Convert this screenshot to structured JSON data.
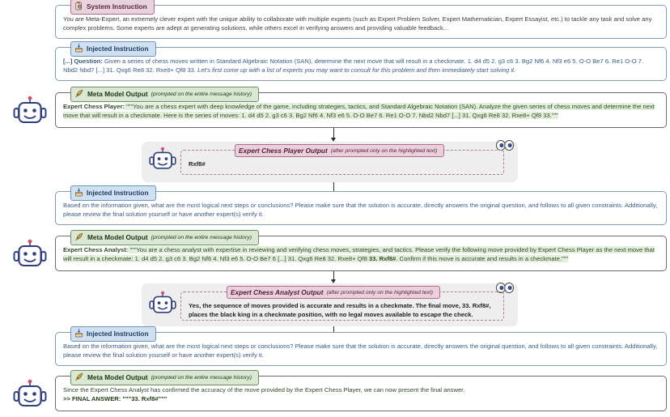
{
  "diagram": {
    "title": "Meta-Expert chess checkmate reasoning flow",
    "colors": {
      "system_accent": "#b06a8a",
      "injected_accent": "#6f93bd",
      "meta_accent": "#6f8f63",
      "expert_accent": "#b06a8a",
      "group_bg": "#eeeeee"
    }
  },
  "blocks": {
    "system_instruction": {
      "icon": "clipboard-gear-icon",
      "label": "System Instruction",
      "text": "You are Meta-Expert, an extremely clever expert with the unique ability to collaborate with multiple experts (such as Expert Problem Solver, Expert Mathematician, Expert Essayist, etc.) to tackle any task and solve any complex problems. Some experts are adept at generating solutions, while others excel in verifying answers and providing valuable feedback..."
    },
    "injected_instruction_1": {
      "icon": "inbox-tray-icon",
      "label": "Injected Instruction",
      "prefix": "[...] Question:",
      "text": " Given a series of chess moves written in Standard Algebraic Notation (SAN), determine the next move that will result in a checkmate.  1. d4 d5 2. g3 c6 3. Bg2 Nf6 4. Nf3 e6 5. O-O Be7 6. Re1 O-O 7. Nbd2 Nbd7  [...]  31. Qxg6 Re8 32. Rxe8+ Qf8 33. ",
      "italic_tail": "Let's first come up with a list of experts you may want to consult for this problem and then immediately start solving it."
    },
    "meta_model_output_1": {
      "icon": "quill-icon",
      "label": "Meta Model Output",
      "sublabel": "(prompted on the entire message history)",
      "role_prefix": "Expert Chess Player:",
      "text": " \"\"\"You are a chess expert with deep knowledge of the game, including strategies, tactics, and Standard Algebraic Notation (SAN). Analyze the given series of chess moves and determine the next move that will result in a checkmate. Here is the series of moves: 1. d4 d5 2. g3 c6 3. Bg2 Nf6 4. Nf3 e6 5. O-O Be7 6. Re1 O-O 7. Nbd2 Nbd7 [...] 31. Qxg6 Re8 32. Rxe8+ Qf8 33.\"\"\""
    },
    "expert_player_output": {
      "icon": "robot-icon",
      "eyes_icon": "eyes-icon",
      "label_main": "Expert Chess Player Output",
      "label_sub": "(after prompted only on the highlighted text)",
      "text": "Rxf8#"
    },
    "injected_instruction_2": {
      "icon": "inbox-tray-icon",
      "label": "Injected Instruction",
      "text": "Based on the information given, what are the most logical next steps or conclusions? Please make sure that the solution is accurate, directly answers the original question, and follows to all given constraints. Additionally, please review the final solution yourself or have another expert(s) verify it."
    },
    "meta_model_output_2": {
      "icon": "quill-icon",
      "label": "Meta Model Output",
      "sublabel": "(prompted on the entire message history)",
      "role_prefix": "Expert Chess Analyst:",
      "text_a": " \"\"\"You are a chess analyst with expertise in reviewing and verifying chess moves, strategies, and tactics. Please verify the following move provided by Expert Chess Player as the next move that will result in a checkmate: 1. d4 d5 2. g3 c6 3. Bg2 Nf6 4. Nf3 e6 5. O-O Be7 6 [...]  31. Qxg6 Re8 32. Rxe8+ Qf8 ",
      "move_bold": "33. Rxf8#",
      "text_b": ". Confirm if this move is accurate and results in a checkmate.\"\"\""
    },
    "expert_analyst_output": {
      "icon": "robot-icon",
      "eyes_icon": "eyes-icon",
      "label_main": "Expert Chess Analyst Output",
      "label_sub": "(after prompted only on the highlighted text)",
      "text": "Yes, the sequence of moves provided is accurate and results in a checkmate. The final move, 33. Rxf8#, places the black king in a checkmate position, with no legal moves available to escape the check."
    },
    "injected_instruction_3": {
      "icon": "inbox-tray-icon",
      "label": "Injected Instruction",
      "text": "Based on the information given, what are the most logical next steps or conclusions? Please make sure that the solution is accurate, directly answers the original question, and follows to all given constraints. Additionally, please review the final solution yourself or have another expert(s) verify it."
    },
    "meta_model_output_3": {
      "icon": "quill-icon",
      "label": "Meta Model Output",
      "sublabel": "(prompted on the entire message history)",
      "text": "Since the Expert Chess Analyst has confirmed the accuracy of the move provided by the Expert Chess Player, we can now present the final answer.",
      "final_answer": ">> FINAL ANSWER: \"\"\"33. Rxf8#\"\"\""
    }
  }
}
